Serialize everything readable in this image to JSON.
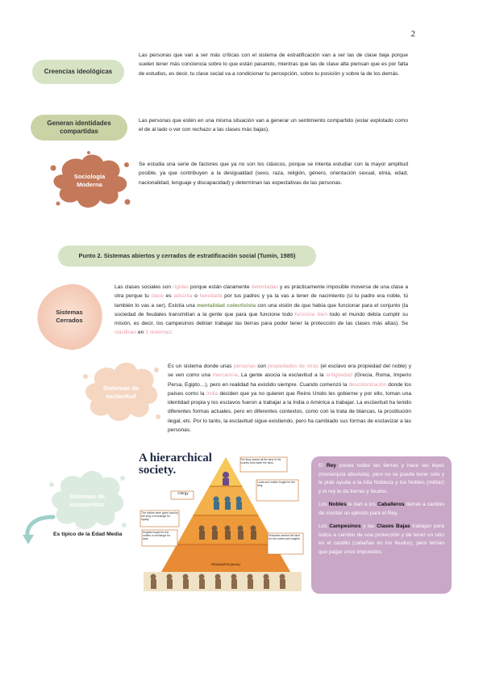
{
  "page_number": "2",
  "section1": {
    "creencias": {
      "label": "Creencias ideológicas",
      "text": "Las personas que van a ser más críticas con el sistema de estratificación van a ser las de clase baja porque suelen tener más conciencia sobre lo que están pasando, mientras que las de clase alta piensan que es por falta de estudios, es decir, tu clase social va a condicionar tu percepción, sobre tu posición y sobre la de los demás."
    },
    "identidades": {
      "label_line1": "Generan identidades",
      "label_line2": "compartidas",
      "text": "Las personas que estén en una misma situación van a generar un sentimiento compartido (estar explotado como el de al lado o ver con rechazo a las clases más bajas)."
    },
    "sociologia": {
      "label_line1": "Sociología",
      "label_line2": "Moderna",
      "text": "Se estudia una serie de factores que ya no son los clásicos, porque se intenta estudiar con la mayor amplitud posible, ya que contribuyen a la desigualdad (sexo, raza, religión, género, orientación sexual, etnia, edad, nacionalidad, lenguaje y discapacidad) y determinan las expectativas de las personas."
    }
  },
  "punto2": {
    "title": "Punto 2. Sistemas abiertos y cerrados de estratificación social (Tumin, 1985)"
  },
  "cerrados": {
    "label_line1": "Sistemas",
    "label_line2": "Cerrados",
    "t1": "Las clases sociales son ",
    "h1": "rígidas",
    "t2": " porque están claramente ",
    "h2": "delimitadas",
    "t3": " y es prácticamente imposible moverse de una clase a otra porque tu ",
    "h3": "clase",
    "t4": " es ",
    "h4": "adscrita",
    "t5": " o ",
    "h5": "heredada",
    "t6": " por tus padres y ya la vas a tener de nacimiento (si tu padre era noble, tú también lo vas a ser). Existía una ",
    "g1": "mentalidad colectivista",
    "t7": " con una visión de que había que funcionar para el conjunto (la sociedad de feudales transmitían a la gente que para que funcione todo ",
    "h6": "funcione bien",
    "t8": " todo el mundo debía cumplir su misión, es decir, los campesinos debían trabajar las tierras para poder tener la protección de las clases más altas). Se ",
    "h7": "clasifican",
    "t9": " en ",
    "h8": "3 sistemas",
    "t10": ":"
  },
  "esclavitud": {
    "label_line1": "Sistemas de",
    "label_line2": "esclavitud",
    "t1": "Es un sistema donde unas ",
    "h1": "personas",
    "t2": " son ",
    "h2": "propiedades de otras",
    "t3": " (el esclavo era propiedad del noble) y se ven como una ",
    "h3": "mercancía",
    "t4": ". La gente asocia la esclavitud a la ",
    "h4": "antigüedad",
    "t5": " (Grecia, Roma, Imperio Persa, Egipto…), pero en realidad ha existido siempre. Cuando comenzó la ",
    "h5": "descolonización",
    "t6": " donde los países como la ",
    "h6": "India",
    "t7": " deciden que ya no quieren que Reino Unido les gobierne y por ello, toman una identidad propia y los esclavos fueron a trabajar a la India o América a trabajar. La esclavitud ha tenido diferentes formas actuales, pero en diferentes contextos, como con la trata de blancas, la prostitución ilegal, etc. Por lo tanto, la esclavitud sigue existiendo, pero ha cambiado sus formas de esclavizar a las personas."
  },
  "estamentos": {
    "label_line1": "Sistemas de",
    "label_line2": "estamentos",
    "caption": "Es típico de la Edad Media"
  },
  "pyramid": {
    "title_line1": "A hierarchical",
    "title_line2": "society.",
    "clergy": "Clergy",
    "peasants": "PEASANTS (Serfs)",
    "king_note": "The king owned all the land of his country and made the laws.",
    "nobles_note": "The nobles were given land by the king in exchange for loyalty.",
    "knights_note": "Knights fought for the nobles in exchange for land.",
    "barons_note": "Lords and nobles fought for the king.",
    "peasants_note": "Peasants worked the land for the nobles and knights."
  },
  "sidebox": {
    "p1_b": "Rey",
    "p1_pre": "El ",
    "p1_rest": " posee todas las tierras y hace las leyes (monarquía absoluta), pero no se puede tener solo y le pide ayuda a la Alta Nobleza y los Nobles (militar) y el rey le da tierras y feudos.",
    "p2_pre": "Los ",
    "p2_b1": "Nobles",
    "p2_mid": " le dan a los ",
    "p2_b2": "Caballeros",
    "p2_rest": " tierras a cambio de montar un ejército para el Rey.",
    "p3_pre": "Los ",
    "p3_b1": "Campesinos",
    "p3_mid": " y las ",
    "p3_b2": "Clases Bajas",
    "p3_rest": " trabajan para todos a cambio de una protección y de tener un sitio en el castillo (cabañas en los feudos), pero tenían que pagar unos impuestos."
  },
  "colors": {
    "pill_green": "#d6e3c4",
    "pill_olive": "#c9d3a5",
    "splash_copper": "#c4795a",
    "splash_peach": "#f5d6c1",
    "splash_mint": "#dcebdf",
    "sidebox": "#c9a7c7"
  }
}
